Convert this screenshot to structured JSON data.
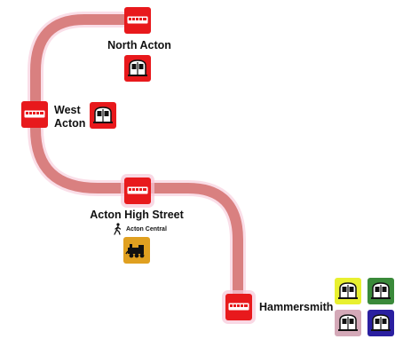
{
  "route_color": "#d98080",
  "bus_color": "#e8191c",
  "stations": {
    "north_acton": {
      "name": "North Acton"
    },
    "west_acton": {
      "name": "West\nActon",
      "line1": "West",
      "line2": "Acton"
    },
    "acton_high_street": {
      "name": "Acton High Street"
    },
    "hammersmith": {
      "name": "Hammersmith"
    }
  },
  "interchanges": {
    "north_acton_tube": {
      "icon": "tube-icon",
      "color": "#e8191c"
    },
    "west_acton_tube": {
      "icon": "tube-icon",
      "color": "#e8191c"
    },
    "acton_central": {
      "label": "Acton Central",
      "icon": "walking-person-icon"
    },
    "overground": {
      "icon": "steam-train-icon",
      "color": "#e0a020"
    }
  },
  "hammersmith_lines": [
    {
      "icon": "tube-icon",
      "color": "#e8f030"
    },
    {
      "icon": "tube-icon",
      "color": "#3a8a3a"
    },
    {
      "icon": "tube-icon",
      "color": "#d4a9b8"
    },
    {
      "icon": "tube-icon",
      "color": "#2a1fa0"
    }
  ]
}
